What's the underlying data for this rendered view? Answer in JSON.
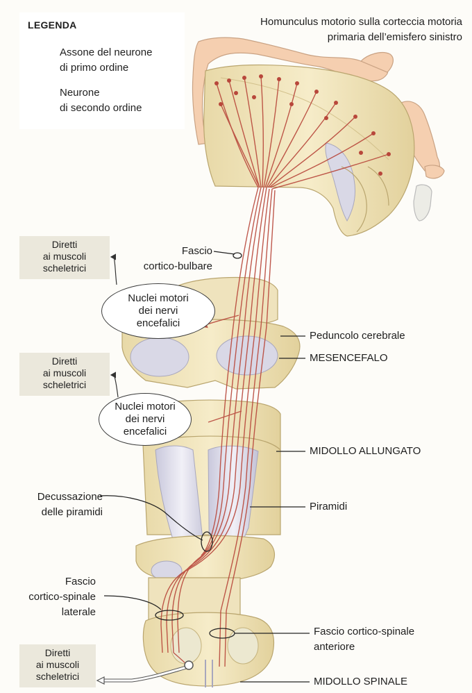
{
  "legend": {
    "title": "LEGENDA",
    "item1_line1": "Assone del neurone",
    "item1_line2": "di primo ordine",
    "item2_line1": "Neurone",
    "item2_line2": "di secondo ordine",
    "axon_color": "#b8473b"
  },
  "header": {
    "line1": "Homunculus motorio sulla corteccia motoria",
    "line2": "primaria dell’emisfero sinistro"
  },
  "left_labels": {
    "diretti_1": [
      "Diretti",
      "ai muscoli",
      "scheletrici"
    ],
    "diretti_2": [
      "Diretti",
      "ai muscoli",
      "scheletrici"
    ],
    "diretti_3": [
      "Diretti",
      "ai muscoli",
      "scheletrici"
    ],
    "fascio_cb": [
      "Fascio",
      "cortico-bulbare"
    ],
    "nuclei_1": [
      "Nuclei motori",
      "dei nervi",
      "encefalici"
    ],
    "nuclei_2": [
      "Nuclei motori",
      "dei nervi",
      "encefalici"
    ],
    "decussazione": [
      "Decussazione",
      "delle piramidi"
    ],
    "fascio_csl": [
      "Fascio",
      "cortico-spinale",
      "laterale"
    ]
  },
  "right_labels": {
    "peduncolo": "Peduncolo cerebrale",
    "mesencefalo": "MESENCEFALO",
    "midollo_allungato": "MIDOLLO ALLUNGATO",
    "piramidi": "Piramidi",
    "fascio_csa": [
      "Fascio cortico-spinale",
      "anteriore"
    ],
    "midollo_spinale": "MIDOLLO SPINALE"
  },
  "colors": {
    "tissue": "#efe3bd",
    "tissue_dark": "#dccb98",
    "grey_matter": "#d9d8e6",
    "skin": "#f5cfb0",
    "axon": "#b8473b",
    "box": "#ebe8dc"
  }
}
